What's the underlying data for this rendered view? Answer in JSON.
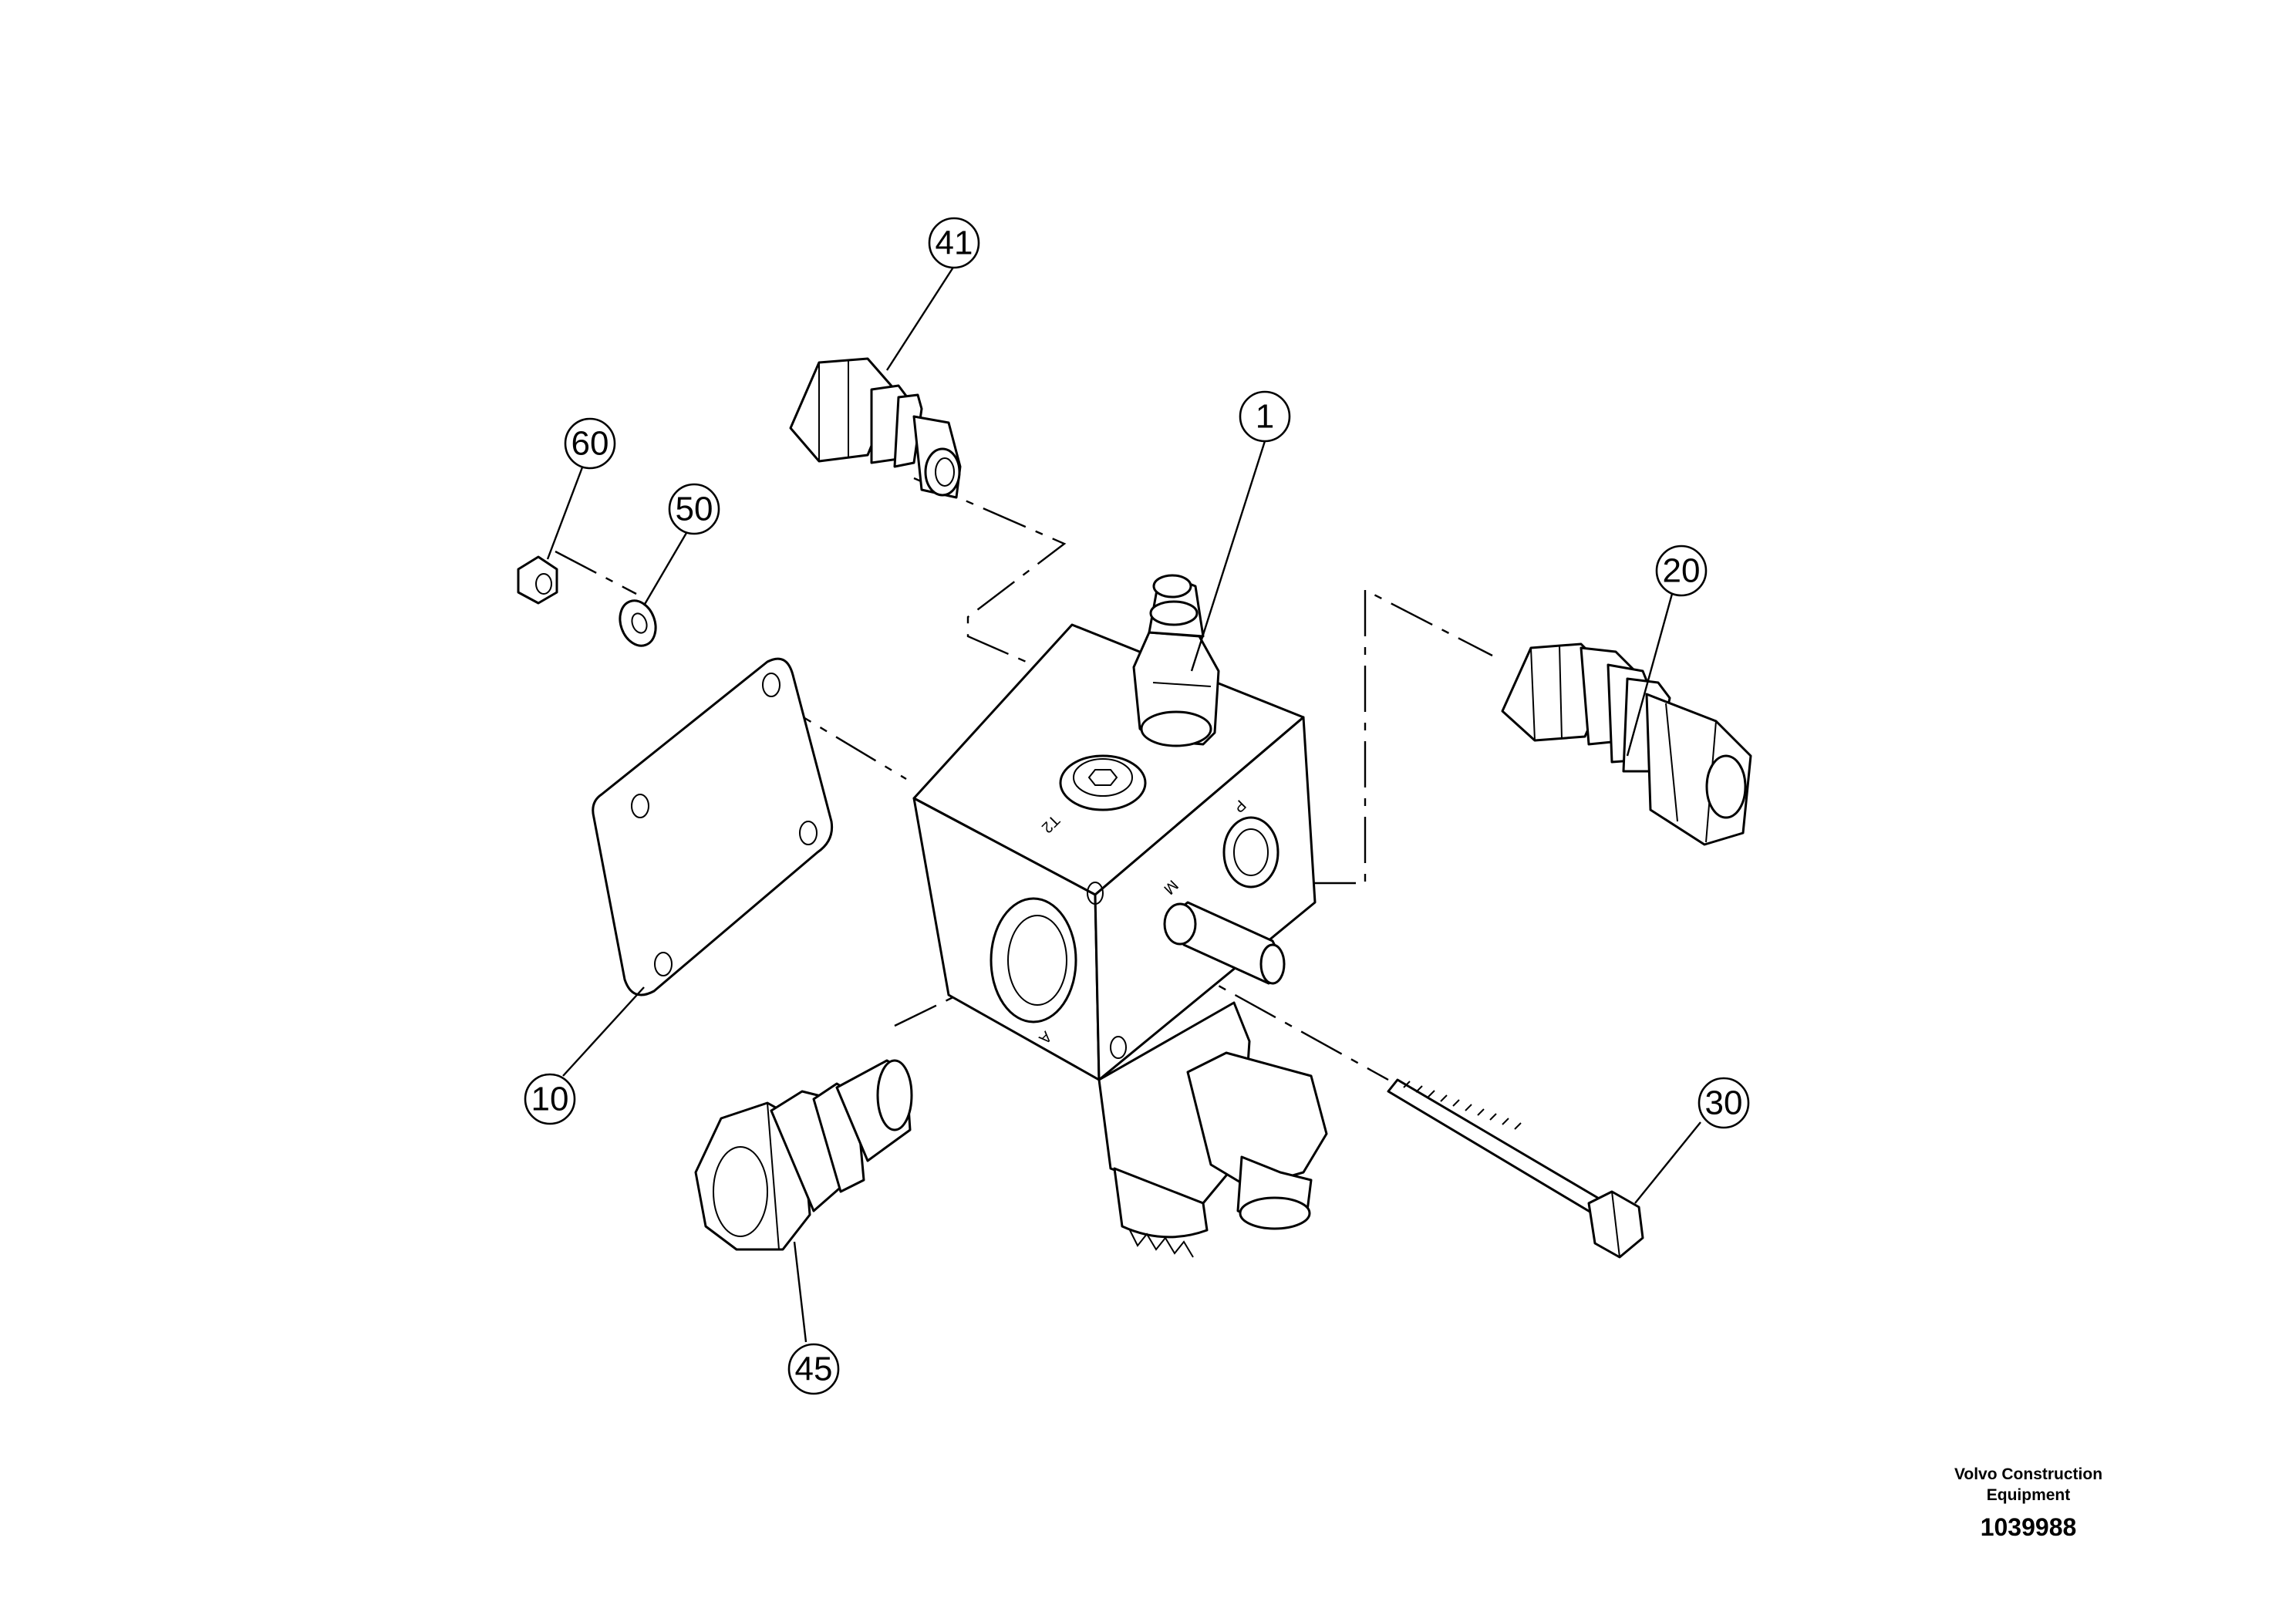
{
  "callouts": {
    "c1": "1",
    "c10": "10",
    "c20": "20",
    "c30": "30",
    "c41": "41",
    "c45": "45",
    "c50": "50",
    "c60": "60"
  },
  "port_labels": {
    "t2": "T2",
    "p": "P",
    "m": "M",
    "a": "A"
  },
  "footer": {
    "manufacturer_line1": "Volvo Construction",
    "manufacturer_line2": "Equipment",
    "drawing_number": "1039988"
  }
}
